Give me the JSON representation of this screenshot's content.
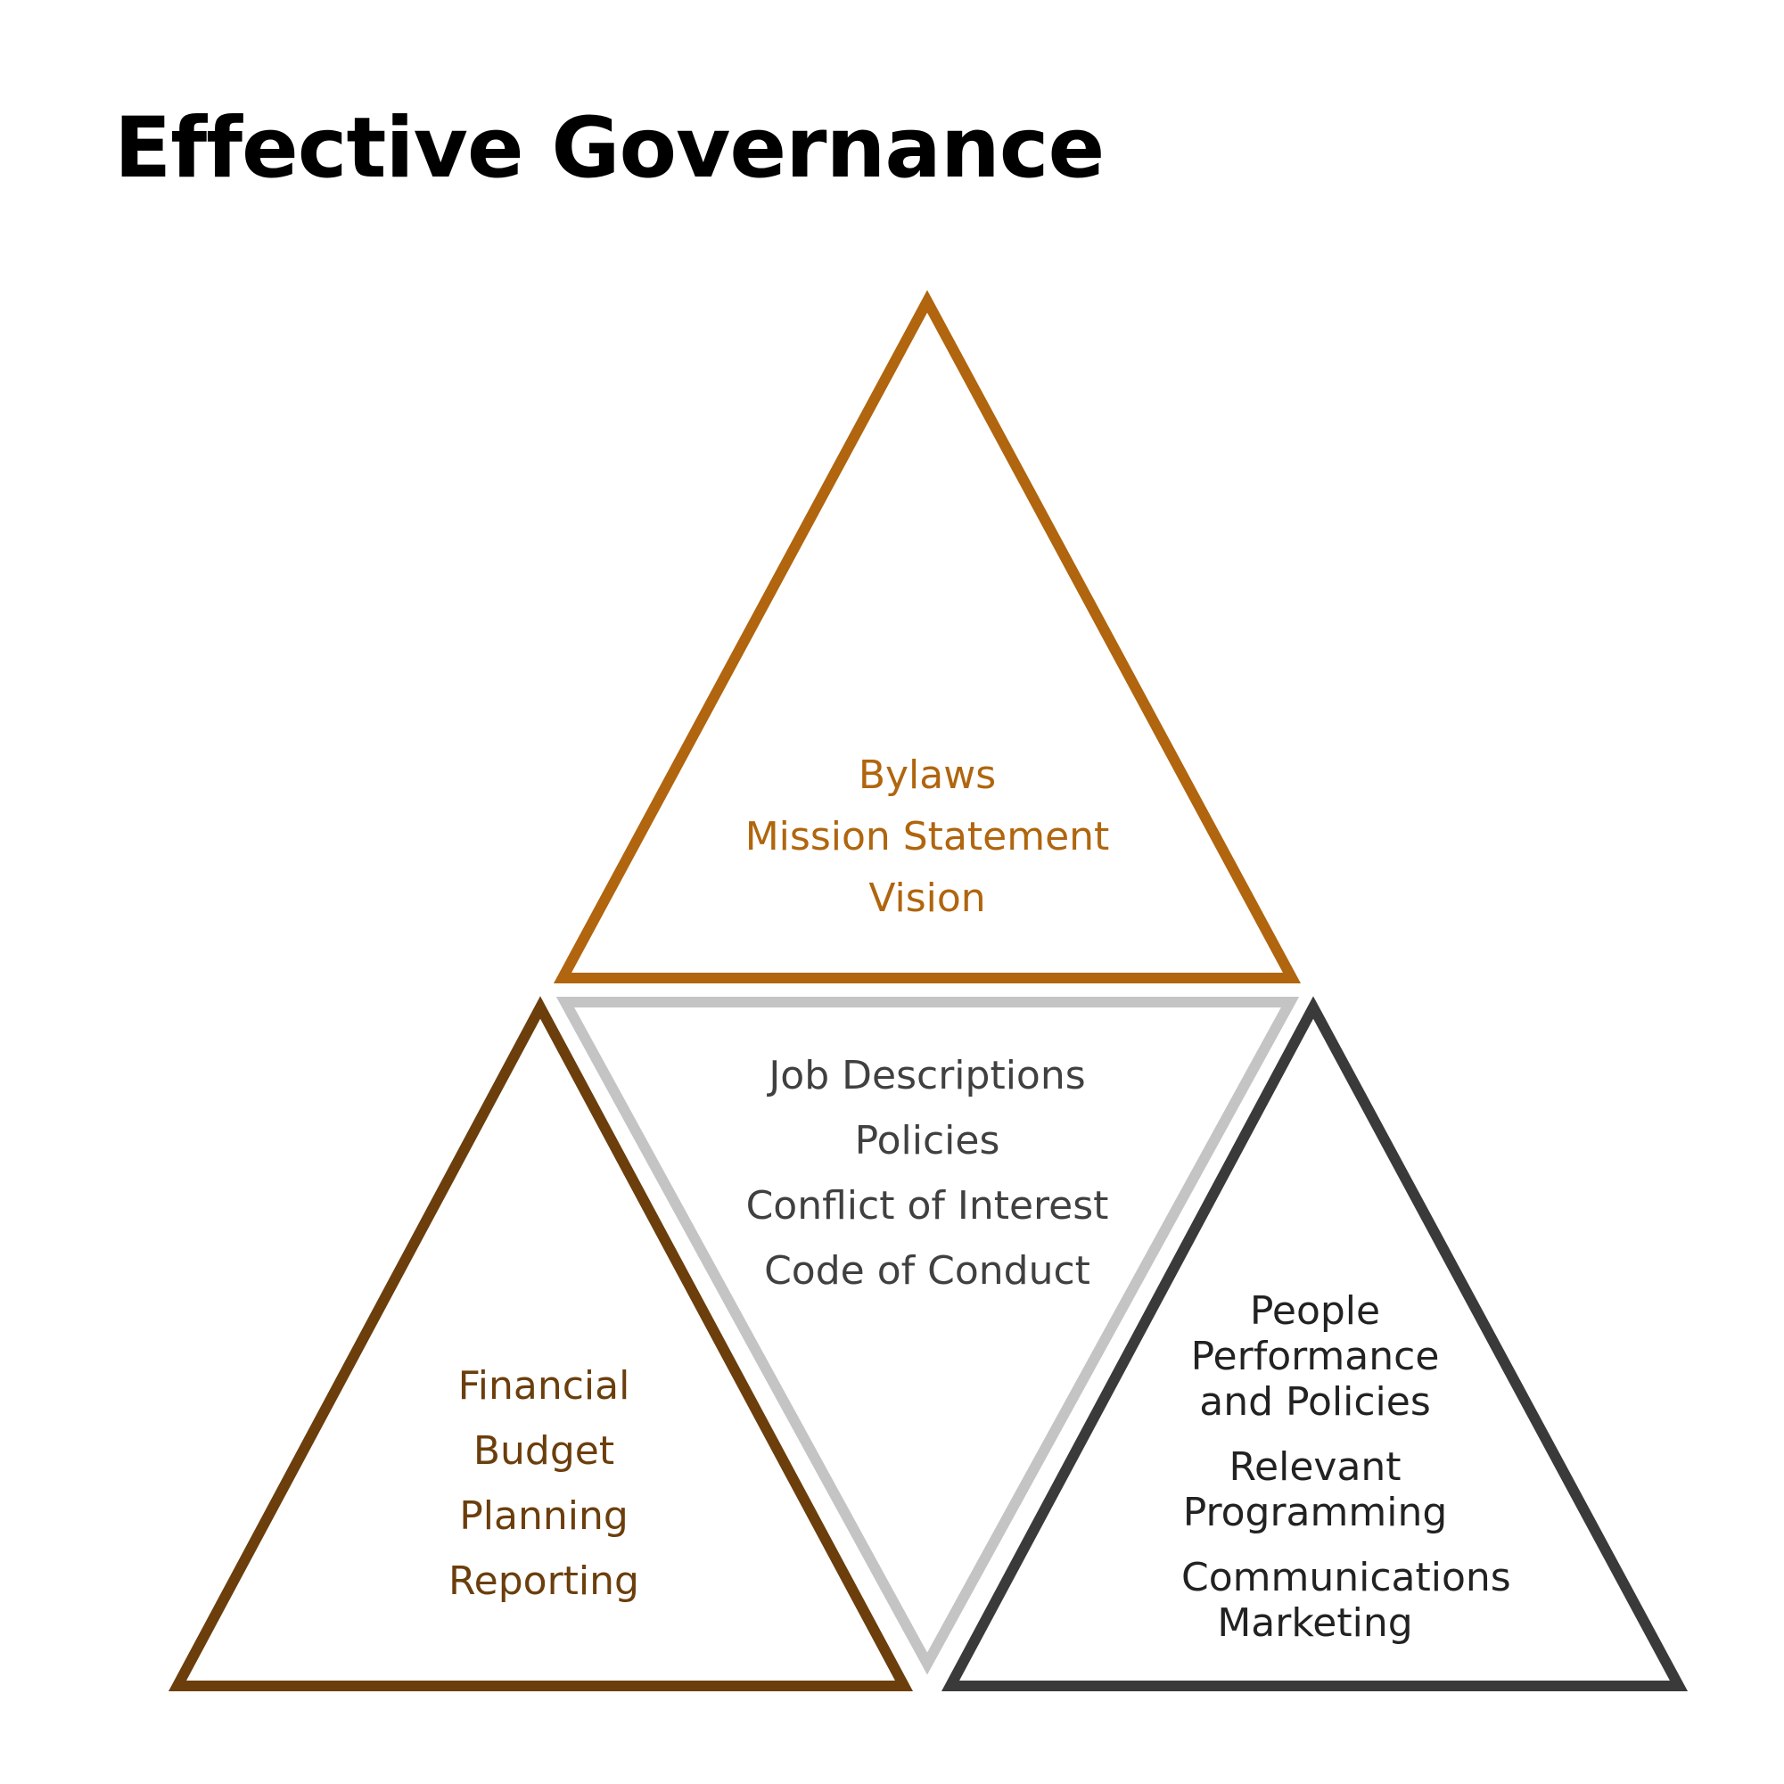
{
  "title": "Effective Governance",
  "colors": {
    "top": "#B0650E",
    "left": "#6B3E0C",
    "center_stroke": "#C4C4C4",
    "center_text": "#404040",
    "right_stroke": "#3A3A3A",
    "right_text": "#222222"
  },
  "triangles": {
    "top": {
      "items": [
        "Bylaws",
        "Mission Statement",
        "Vision"
      ]
    },
    "center": {
      "items": [
        "Job Descriptions",
        "Policies",
        "Conflict of Interest",
        "Code of Conduct"
      ]
    },
    "left": {
      "items": [
        "Financial",
        "Budget",
        "Planning",
        "Reporting"
      ]
    },
    "right": {
      "items": [
        "People Performance and Policies",
        "Relevant Programming",
        "Communications Marketing"
      ]
    }
  }
}
